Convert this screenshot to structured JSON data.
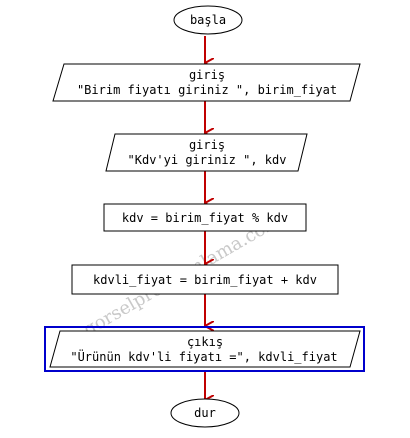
{
  "watermark": "gorselprogramlama.com",
  "colors": {
    "arrow": "#c00000",
    "selection": "#0000cc",
    "stroke": "#000000"
  },
  "nodes": {
    "start": {
      "label": "başla"
    },
    "input1": {
      "line1": "giriş",
      "line2": "\"Birim fiyatı giriniz  \", birim_fiyat"
    },
    "input2": {
      "line1": "giriş",
      "line2": "\"Kdv'yi giriniz  \", kdv"
    },
    "process1": {
      "label": "kdv = birim_fiyat % kdv"
    },
    "process2": {
      "label": "kdvli_fiyat = birim_fiyat + kdv"
    },
    "output": {
      "line1": "çıkış",
      "line2": "\"Ürünün kdv'li fiyatı =\", kdvli_fiyat"
    },
    "end": {
      "label": "dur"
    }
  }
}
